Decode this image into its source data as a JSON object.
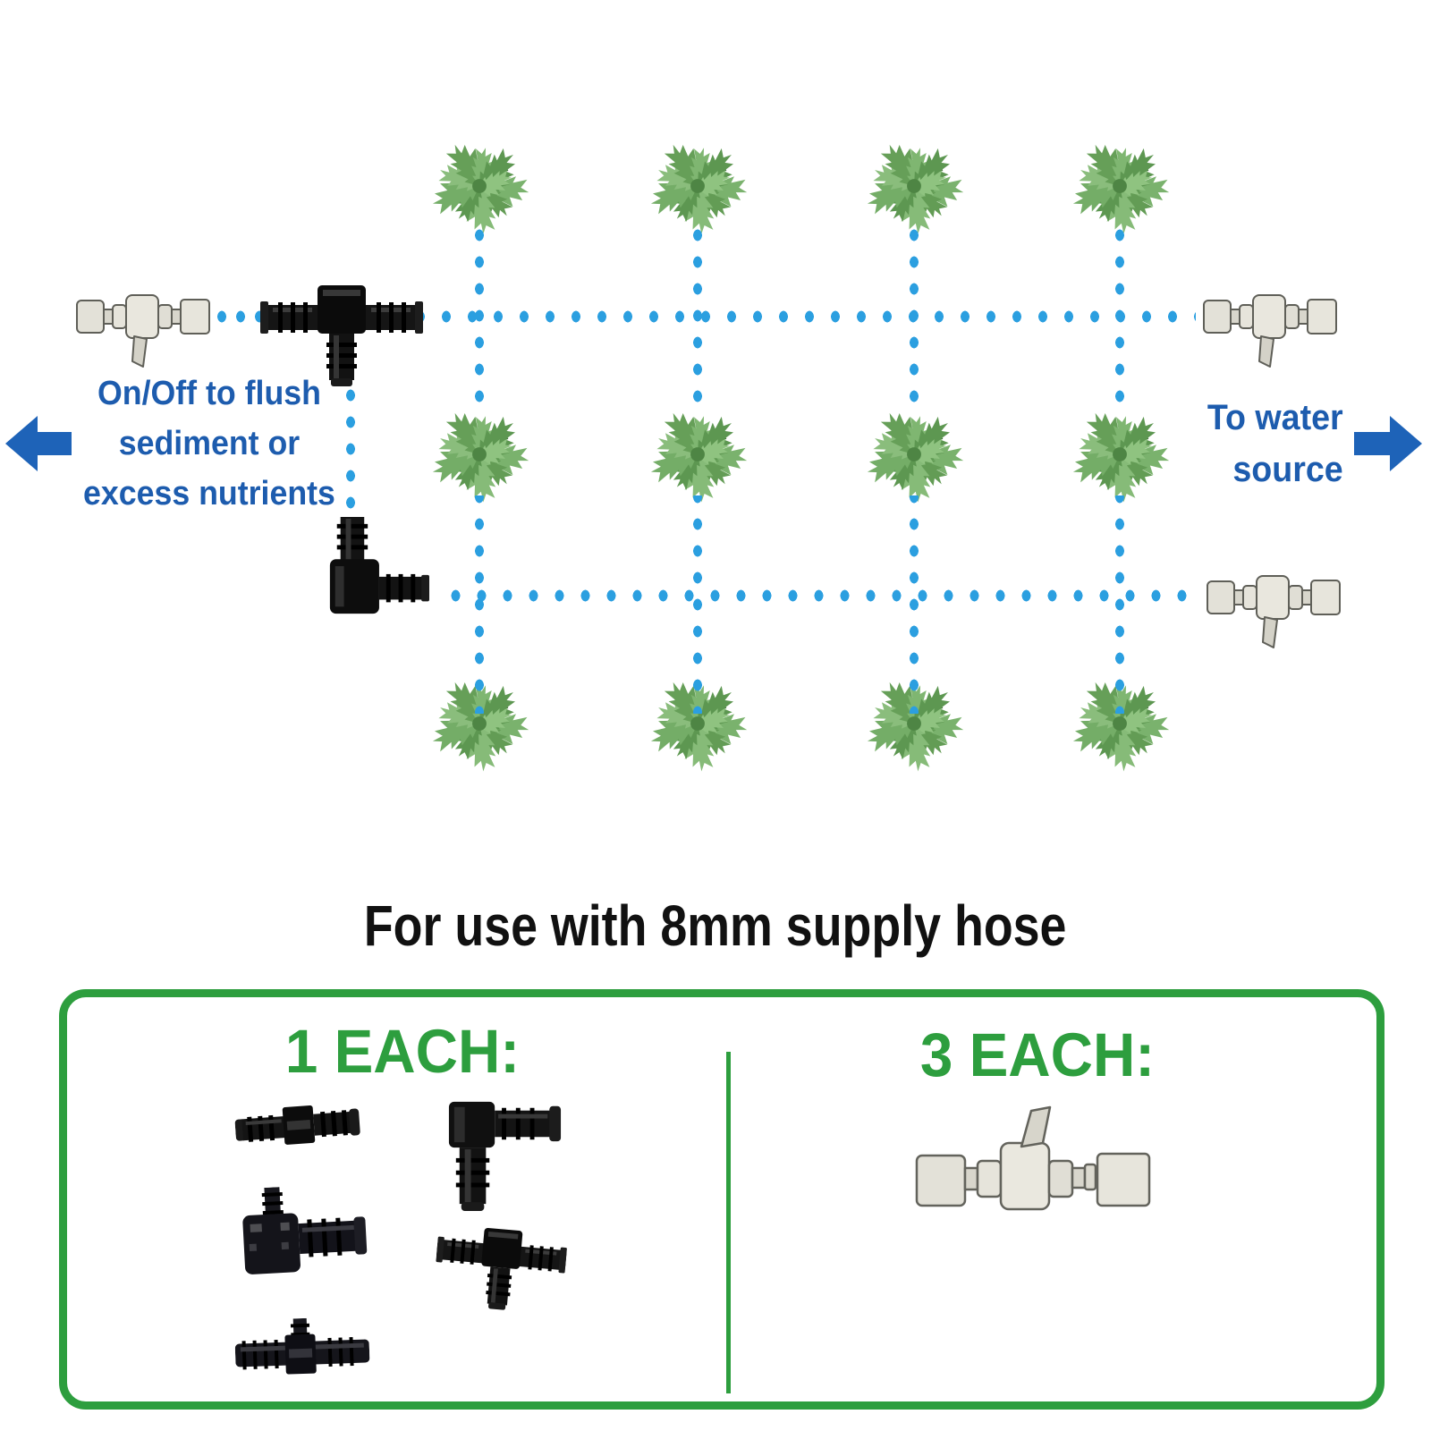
{
  "diagram": {
    "left_note_lines": [
      "On/Off to flush",
      "sediment or",
      "excess nutrients"
    ],
    "right_note_lines": [
      "To water",
      "source"
    ],
    "pots": {
      "rows": 3,
      "columns": 4,
      "contents": "tomato seedling in round pot, top view"
    },
    "parts": [
      "shut-off-valve",
      "tee-connector",
      "elbow-connector",
      "shut-off-valve",
      "shut-off-valve"
    ]
  },
  "caption": "For use with 8mm supply hose",
  "kit_box": {
    "left_panel": {
      "label": "1 EACH:",
      "items": [
        "straight-coupler-connector",
        "elbow-connector",
        "side-outlet-elbow-connector",
        "tee-connector",
        "inline-tee-connector"
      ]
    },
    "right_panel": {
      "label": "3 EACH:",
      "items": [
        "inline-shut-off-valve"
      ]
    }
  },
  "colors": {
    "note_blue": "#1d5cae",
    "arrow_blue": "#1e63b8",
    "dot_blue": "#2b9fe0",
    "green": "#2d9e3e",
    "pot_rim": "#a22f0d",
    "text_black": "#111111"
  }
}
